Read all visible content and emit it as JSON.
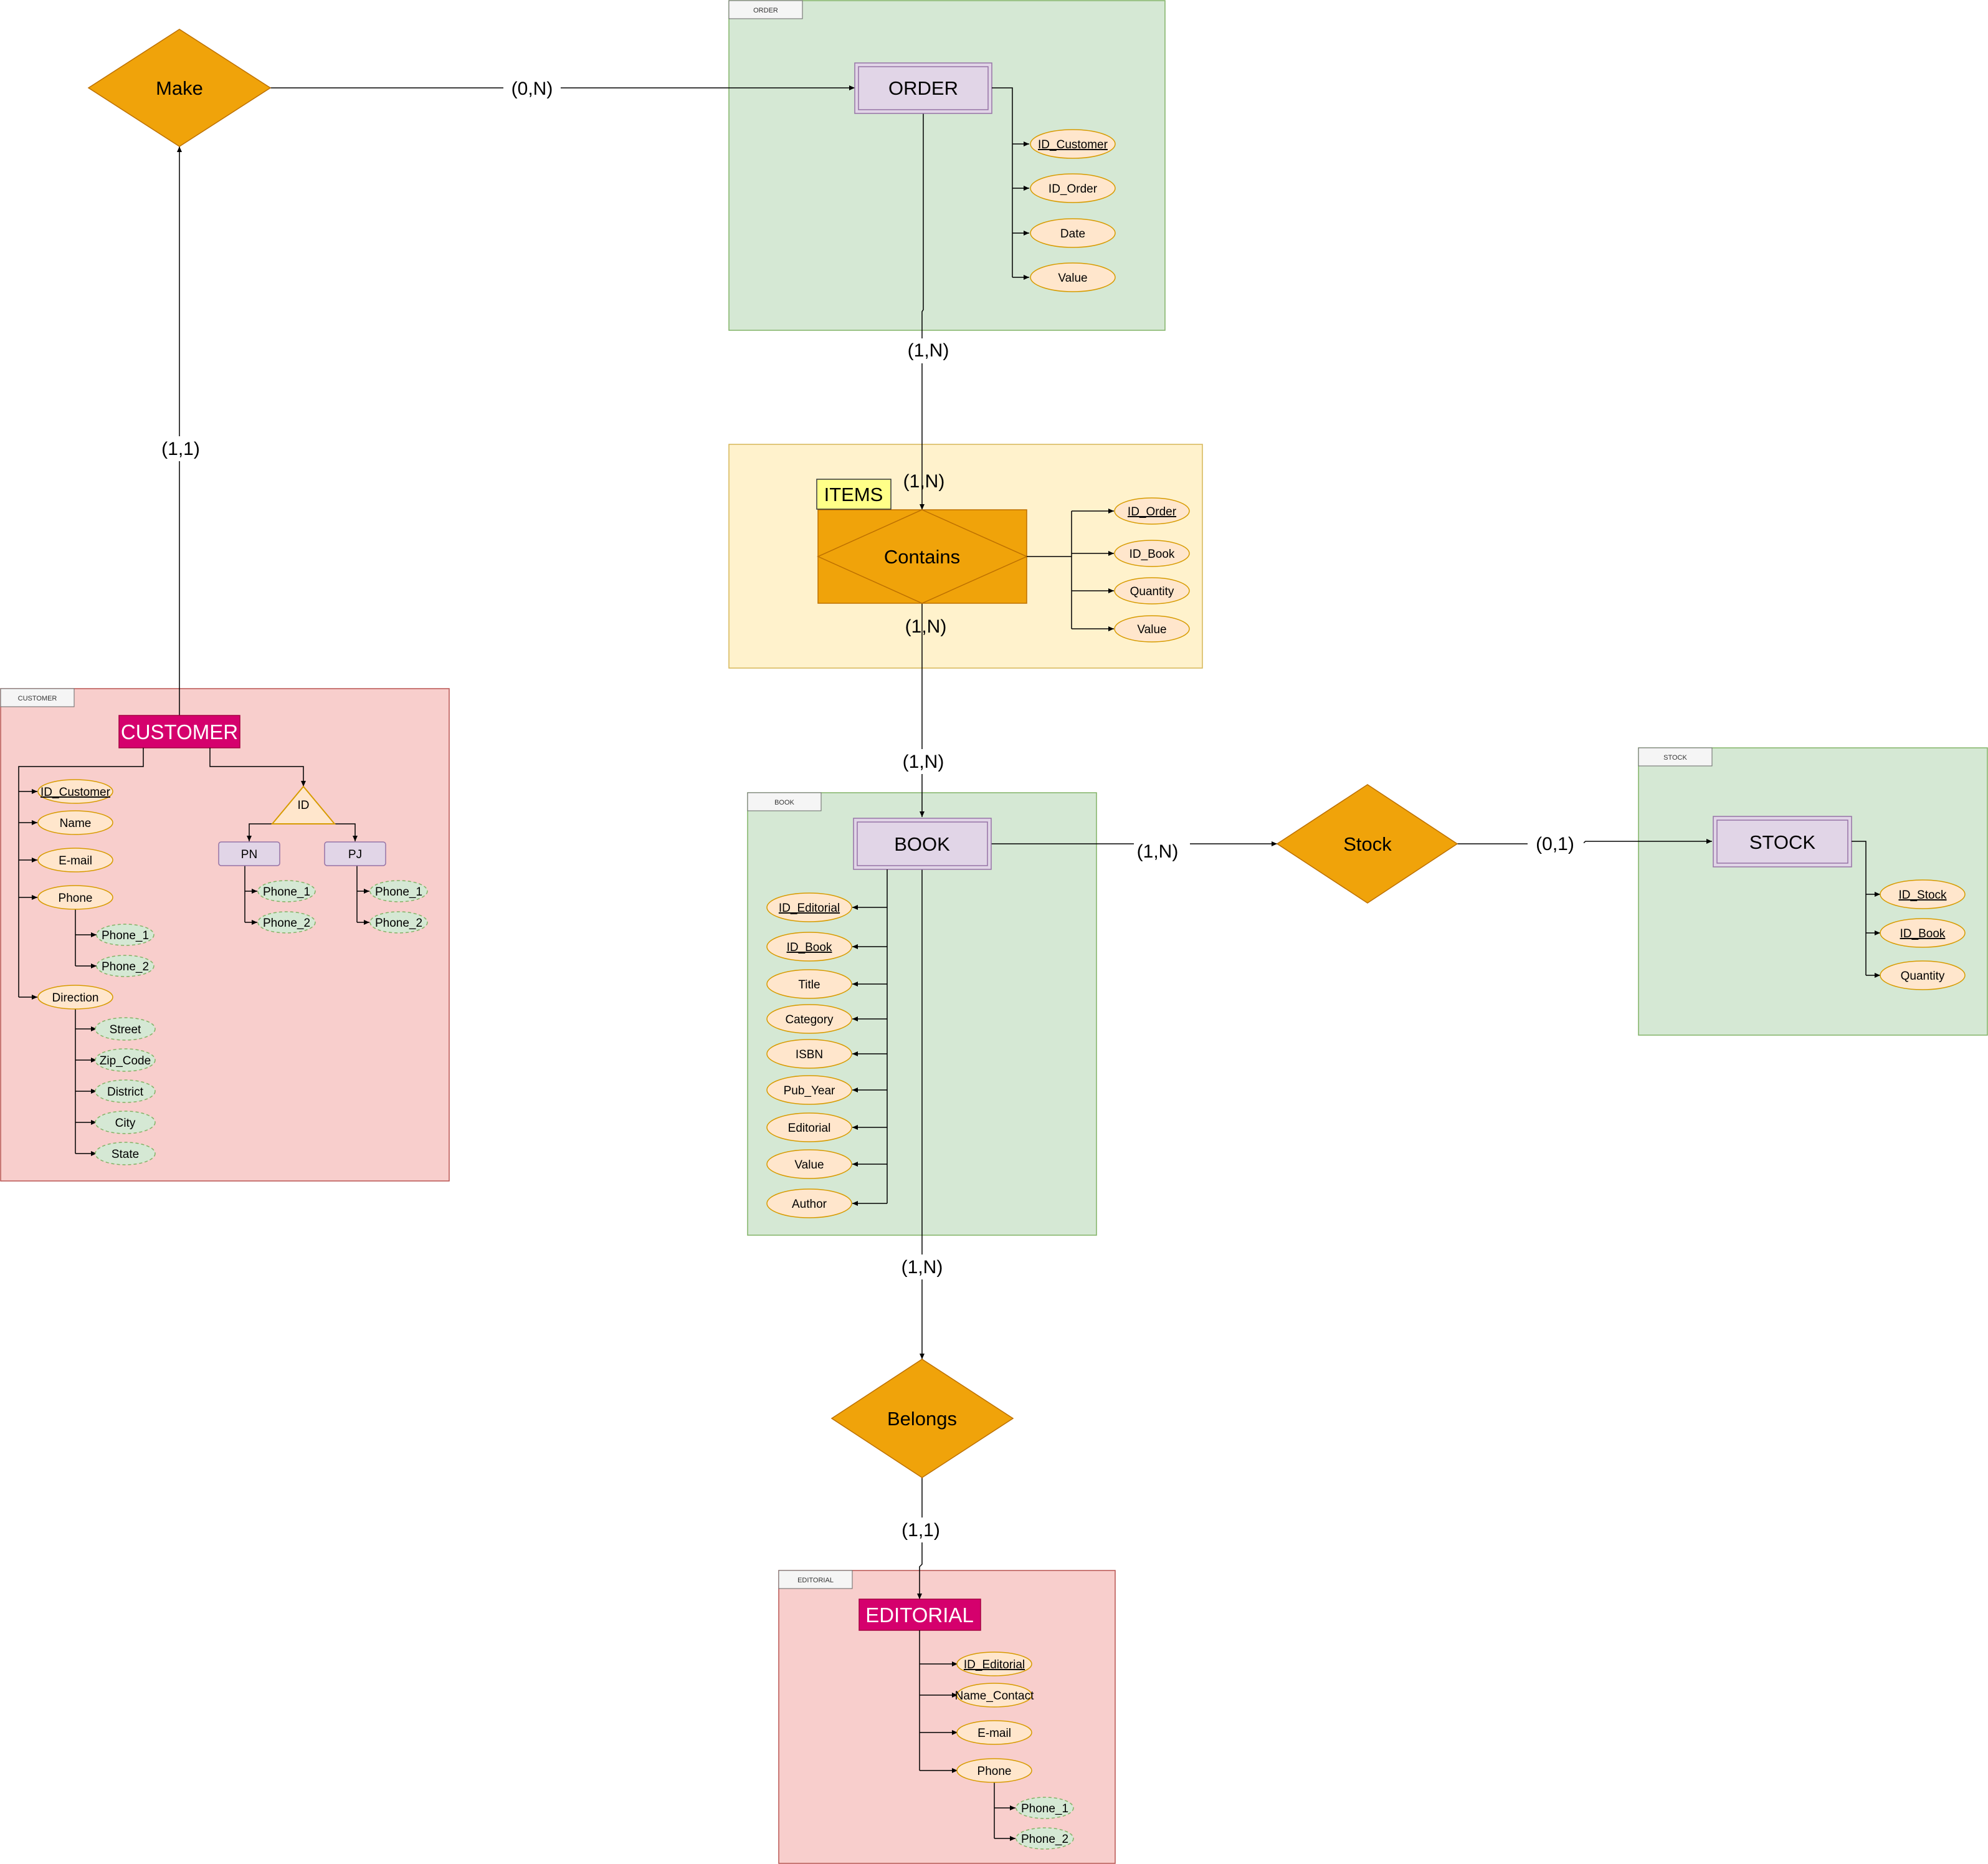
{
  "colors": {
    "green_container": "#d5e8d4",
    "yellow_container": "#fff2cc",
    "red_container": "#f8cecc",
    "purple_entity": "#e1d5e7",
    "magenta_entity": "#d5006d",
    "orange_relation": "#f0a30a",
    "attribute_fill": "#ffe6cc",
    "sub_attribute_fill": "#d5e8d4",
    "label_yellow": "#ffff88"
  },
  "containers": {
    "order": "ORDER",
    "stock": "STOCK",
    "book": "BOOK",
    "customer": "CUSTOMER",
    "editorial": "EDITORIAL"
  },
  "entities": {
    "order": "ORDER",
    "book": "BOOK",
    "stock": "STOCK",
    "customer": "CUSTOMER",
    "editorial": "EDITORIAL",
    "items_label": "ITEMS"
  },
  "relationships": {
    "make": "Make",
    "contains": "Contains",
    "stock": "Stock",
    "belongs": "Belongs"
  },
  "cardinalities": {
    "make_order": "(0,N)",
    "customer_make": "(1,1)",
    "order_contains_top": "(1,N)",
    "order_contains_bottom": "(1,N)",
    "contains_book_top": "(1,N)",
    "contains_book_bottom": "(1,N)",
    "book_stock": "(1,N)",
    "stock_stock": "(0,1)",
    "book_belongs": "(1,N)",
    "belongs_editorial": "(1,1)"
  },
  "attributes": {
    "order": [
      "ID_Customer",
      "ID_Order",
      "Date",
      "Value"
    ],
    "items": [
      "ID_Order",
      "ID_Book",
      "Quantity",
      "Value"
    ],
    "book": [
      "ID_Editorial",
      "ID_Book",
      "Title",
      "Category",
      "ISBN",
      "Pub_Year",
      "Editorial",
      "Value",
      "Author"
    ],
    "stock": [
      "ID_Stock",
      "ID_Book",
      "Quantity"
    ],
    "customer": [
      "ID_Customer",
      "Name",
      "E-mail",
      "Phone",
      "Direction"
    ],
    "customer_phone": [
      "Phone_1",
      "Phone_2"
    ],
    "customer_direction": [
      "Street",
      "Zip_Code",
      "District",
      "City",
      "State"
    ],
    "customer_id": "ID",
    "customer_id_types": [
      "PN",
      "PJ"
    ],
    "pn_phones": [
      "Phone_1",
      "Phone_2"
    ],
    "pj_phones": [
      "Phone_1",
      "Phone_2"
    ],
    "editorial": [
      "ID_Editorial",
      "Name_Contact",
      "E-mail",
      "Phone"
    ],
    "editorial_phone": [
      "Phone_1",
      "Phone_2"
    ]
  }
}
